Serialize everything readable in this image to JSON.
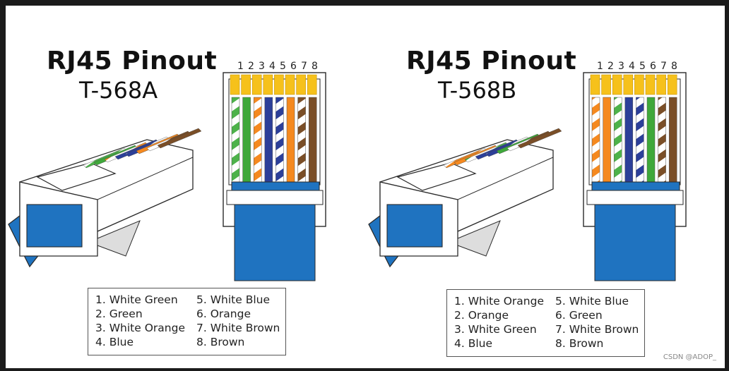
{
  "colors": {
    "white_green": "#4db24a",
    "green": "#3fa83a",
    "white_orange": "#f5891f",
    "orange": "#f5891f",
    "blue": "#2c3f99",
    "white_blue": "#2c3f99",
    "white_brown": "#7a4e27",
    "brown": "#7a4e27",
    "gold": "#f6c11b",
    "cable": "#1f73c0",
    "outline": "#2a2a2a"
  },
  "panels": [
    {
      "title": "RJ45 Pinout",
      "subtitle": "T-568A",
      "pin_numbers": [
        "1",
        "2",
        "3",
        "4",
        "5",
        "6",
        "7",
        "8"
      ],
      "wires": [
        {
          "pin": 1,
          "color": "white_green",
          "striped": true
        },
        {
          "pin": 2,
          "color": "green",
          "striped": false
        },
        {
          "pin": 3,
          "color": "white_orange",
          "striped": true
        },
        {
          "pin": 4,
          "color": "blue",
          "striped": false
        },
        {
          "pin": 5,
          "color": "white_blue",
          "striped": true
        },
        {
          "pin": 6,
          "color": "orange",
          "striped": false
        },
        {
          "pin": 7,
          "color": "white_brown",
          "striped": true
        },
        {
          "pin": 8,
          "color": "brown",
          "striped": false
        }
      ],
      "legend": [
        "1. White Green",
        "2. Green",
        "3. White Orange",
        "4. Blue",
        "5. White Blue",
        "6. Orange",
        "7. White Brown",
        "8. Brown"
      ]
    },
    {
      "title": "RJ45 Pinout",
      "subtitle": "T-568B",
      "pin_numbers": [
        "1",
        "2",
        "3",
        "4",
        "5",
        "6",
        "7",
        "8"
      ],
      "wires": [
        {
          "pin": 1,
          "color": "white_orange",
          "striped": true
        },
        {
          "pin": 2,
          "color": "orange",
          "striped": false
        },
        {
          "pin": 3,
          "color": "white_green",
          "striped": true
        },
        {
          "pin": 4,
          "color": "blue",
          "striped": false
        },
        {
          "pin": 5,
          "color": "white_blue",
          "striped": true
        },
        {
          "pin": 6,
          "color": "green",
          "striped": false
        },
        {
          "pin": 7,
          "color": "white_brown",
          "striped": true
        },
        {
          "pin": 8,
          "color": "brown",
          "striped": false
        }
      ],
      "legend": [
        "1. White Orange",
        "2. Orange",
        "3. White Green",
        "4. Blue",
        "5. White Blue",
        "6. Green",
        "7. White Brown",
        "8. Brown"
      ]
    }
  ],
  "watermark": "CSDN @ADOP_"
}
